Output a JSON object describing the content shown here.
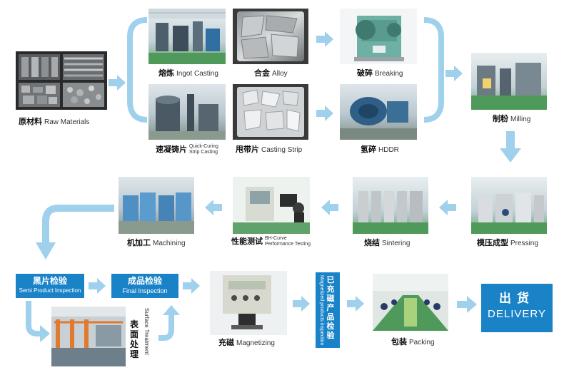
{
  "steps": {
    "raw": {
      "cn": "原材料",
      "en": "Raw Materials"
    },
    "ingot": {
      "cn": "熔炼",
      "en": "Ingot Casting"
    },
    "alloy": {
      "cn": "合金",
      "en": "Alloy"
    },
    "breaking": {
      "cn": "破碎",
      "en": "Breaking"
    },
    "quick": {
      "cn": "速凝铸片",
      "en1": "Quick-Curing",
      "en2": "Strip Casting"
    },
    "strip": {
      "cn": "甩带片",
      "en": "Casting Strip"
    },
    "hddr": {
      "cn": "氢碎",
      "en": "HDDR"
    },
    "milling": {
      "cn": "制粉",
      "en": "Milling"
    },
    "pressing": {
      "cn": "模压成型",
      "en": "Pressing"
    },
    "sintering": {
      "cn": "烧结",
      "en": "Sintering"
    },
    "performance": {
      "cn": "性能测试",
      "en1": "BH-Curve",
      "en2": "Performance Testing"
    },
    "machining": {
      "cn": "机加工",
      "en": "Machining"
    },
    "semi": {
      "cn": "黑片检验",
      "en": "Semi Product Inspection"
    },
    "final": {
      "cn": "成品检验",
      "en": "Final Inspection"
    },
    "surface": {
      "cn": "表面处理",
      "en": "Surface Treatment"
    },
    "magnetizing": {
      "cn": "充磁",
      "en": "Magnetizing"
    },
    "magnetized": {
      "cn": "已充磁产品检验",
      "en": "Magnetized products inspection"
    },
    "packing": {
      "cn": "包装",
      "en": "Packing"
    },
    "delivery": {
      "cn": "出货",
      "en": "DELIVERY"
    }
  },
  "colors": {
    "accent": "#1a83c8",
    "arrow": "#9fd0ec"
  }
}
